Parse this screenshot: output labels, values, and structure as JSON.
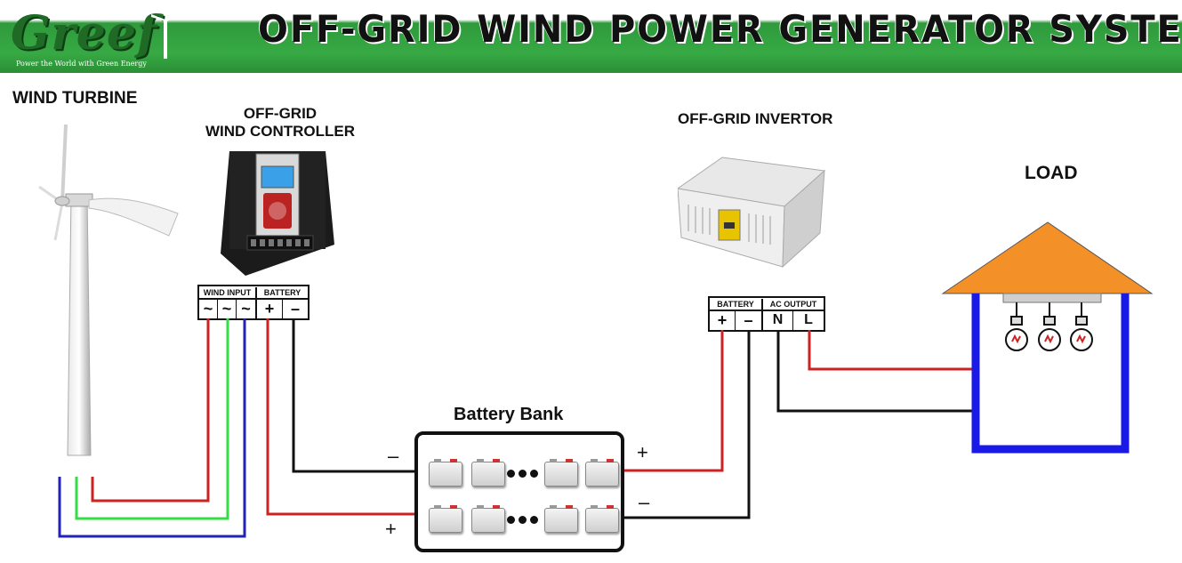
{
  "header": {
    "logo_text": "Greef",
    "tagline": "Power the World with Green Energy",
    "title": "OFF-GRID   WIND POWER GENERATOR SYSTEM"
  },
  "components": {
    "wind_turbine": "WIND TURBINE",
    "controller_line1": "OFF-GRID",
    "controller_line2": "WIND CONTROLLER",
    "invertor": "OFF-GRID INVERTOR",
    "load": "LOAD",
    "battery_bank": "Battery Bank"
  },
  "controller_terminals": {
    "wind_input": "WIND INPUT",
    "battery": "BATTERY",
    "ac1": "~",
    "ac2": "~",
    "ac3": "~",
    "plus": "+",
    "minus": "–"
  },
  "invertor_terminals": {
    "battery": "BATTERY",
    "ac_output": "AC OUTPUT",
    "plus": "+",
    "minus": "–",
    "n": "N",
    "l": "L"
  },
  "bank_signs": {
    "left_minus": "–",
    "left_plus": "+",
    "right_plus": "+",
    "right_minus": "–"
  },
  "colors": {
    "header_green": "#37a944",
    "wire_red": "#cc2222",
    "wire_green": "#33dd44",
    "wire_blue": "#2222bb",
    "wire_black": "#111111",
    "roof_orange": "#f39028",
    "house_blue": "#1a1ae6"
  }
}
